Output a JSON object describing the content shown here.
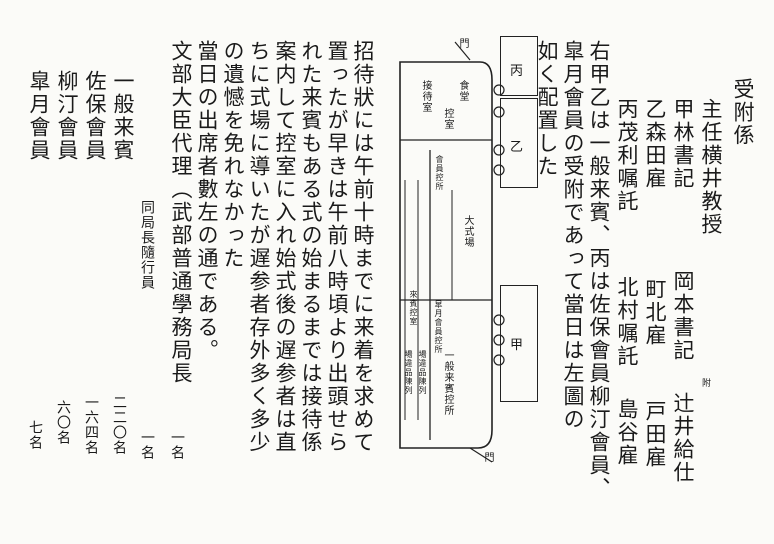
{
  "right_text": {
    "heading": "受附係",
    "chief": "主任横井教授",
    "a": "甲林書記",
    "a2": "岡本書記",
    "a3": "辻井給仕",
    "a3_mark": "附",
    "b": "乙森田雇",
    "b2": "町北雇",
    "b3": "戸田雇",
    "c": "丙茂利嘱託",
    "c2": "北村嘱託",
    "c3": "島谷雇",
    "p1": "右甲乙は一般来賓、丙は佐保會員柳汀會員、",
    "p2": "皐月會員の受附であって當日は左圖の",
    "p3": "如く配置した"
  },
  "middle_text": {
    "l1": "招待狀には午前十時までに来着を求めて",
    "l2": "置ったが早きは午前八時頃より出頭せら",
    "l3": "れた来賓もある式の始まるまでは接待係",
    "l4": "案内して控室に入れ始式後の遅参者は直",
    "l5": "ちに式場に導いたが遅参者存外多く多少",
    "l6": "の遺憾を免れなかった",
    "l7": "當日の出席者數左の通である。",
    "l8": "文部大臣代理（武部普通學務局長",
    "l9": "同局長隨行員"
  },
  "counts": {
    "general_label": "一般来賓",
    "saho_label": "佐保會員",
    "ryutei_label": "柳汀會員",
    "satsuki_label": "皐月會員",
    "minister_count": "一名",
    "attendant_count": "一名",
    "general_count": "二二〇名",
    "saho_count": "一六四名",
    "ryutei_count": "六〇名",
    "satsuki_count": "七名"
  },
  "diagram": {
    "gate_top": "門",
    "gate_bottom": "門",
    "box_hei": "丙",
    "box_otsu": "乙",
    "box_ko": "甲",
    "room1": "接待室",
    "room2": "食堂",
    "room3": "控室",
    "room4": "大式場",
    "room5": "會員控所",
    "room6": "皐月會員控所",
    "room7": "一般来賓控所",
    "corridor1": "來賓控室",
    "corridor2": "場違品陳列",
    "corridor3": "場違品陳列"
  }
}
